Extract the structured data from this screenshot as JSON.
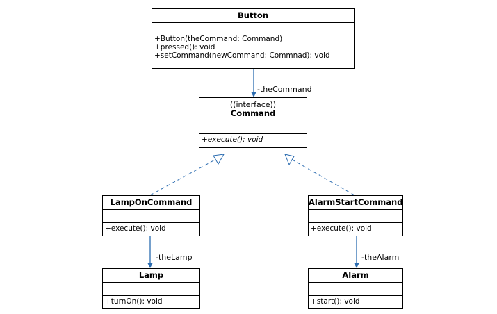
{
  "classes": {
    "button": {
      "name": "Button",
      "operations": [
        "+Button(theCommand: Command)",
        "+pressed(): void",
        "+setCommand(newCommand: Commnad): void"
      ]
    },
    "command": {
      "stereotype": "((interface))",
      "name": "Command",
      "operations": [
        "+execute(): void"
      ]
    },
    "lamp_on_command": {
      "name": "LampOnCommand",
      "operations": [
        "+execute(): void"
      ]
    },
    "alarm_start_command": {
      "name": "AlarmStartCommand",
      "operations": [
        "+execute(): void"
      ]
    },
    "lamp": {
      "name": "Lamp",
      "operations": [
        "+turnOn(): void"
      ]
    },
    "alarm": {
      "name": "Alarm",
      "operations": [
        "+start(): void"
      ]
    }
  },
  "associations": {
    "button_command": "-theCommand",
    "lamponcommand_lamp": "-theLamp",
    "alarmstartcommand_alarm": "-theAlarm"
  },
  "colors": {
    "association_arrow": "#2b6cb0",
    "realization_arrow": "#2b6cb0",
    "border": "#000000"
  }
}
